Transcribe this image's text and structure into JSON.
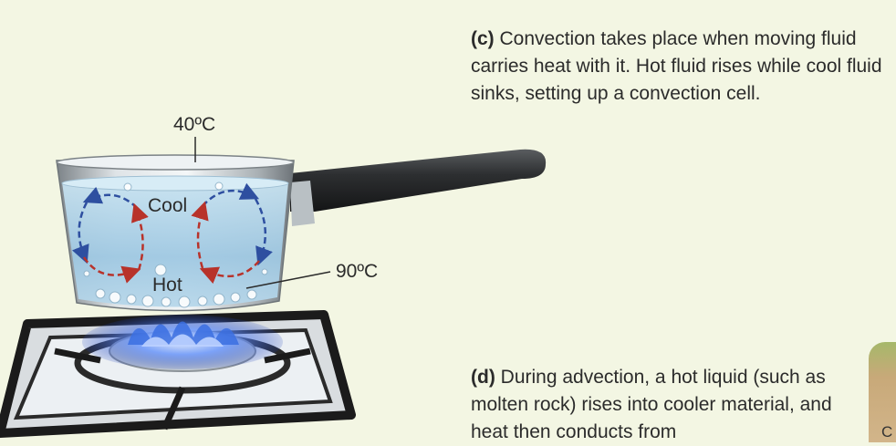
{
  "caption_c": {
    "letter": "(c)",
    "text": "Convection takes place when moving fluid carries heat with it. Hot fluid rises while cool fluid sinks, setting up a convection cell."
  },
  "caption_d": {
    "letter": "(d)",
    "text": "During advection, a hot liquid (such as molten rock) rises into cooler material, and heat then conducts from"
  },
  "labels": {
    "top_temp": "40ºC",
    "bottom_temp": "90ºC",
    "cool": "Cool",
    "hot": "Hot"
  },
  "edge_letter": "C",
  "colors": {
    "background": "#f3f6e3",
    "cool_arrow": "#2e4fa0",
    "hot_arrow": "#b8322a",
    "flame": "#3b6fe0",
    "water": "#a9cfe6",
    "handle": "#2a2a2a"
  }
}
